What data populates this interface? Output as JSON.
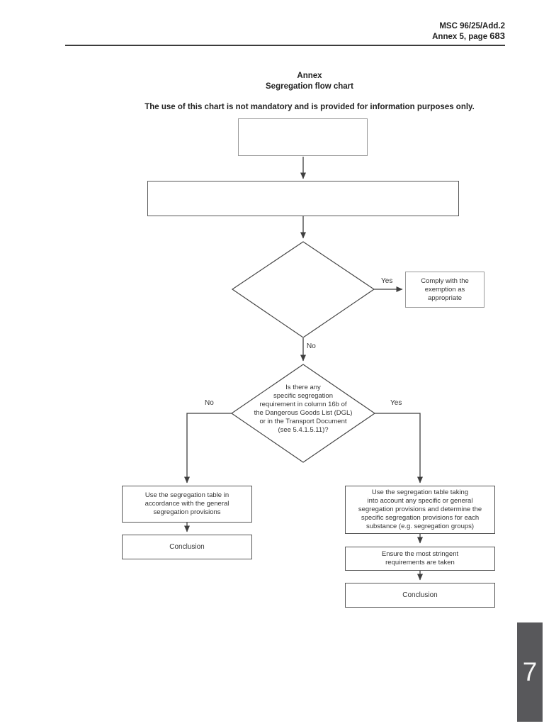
{
  "header": {
    "doc_ref": "MSC 96/25/Add.2",
    "annex_page_prefix": "Annex 5, page ",
    "page_number": "683"
  },
  "title": {
    "annex": "Annex",
    "chart": "Segregation flow chart"
  },
  "note": "The use of this chart is not mandatory and is provided for information purposes only.",
  "flowchart": {
    "decision1": {
      "yes_label": "Yes",
      "no_label": "No"
    },
    "comply_box": "Comply with the\nexemption as\nappropriate",
    "decision2": {
      "text": "Is there any\nspecific segregation\nrequirement in column 16b of\nthe Dangerous Goods List (DGL)\nor in the Transport Document\n(see 5.4.1.5.11)?",
      "no_label": "No",
      "yes_label": "Yes"
    },
    "left_branch": {
      "box1": "Use the segregation table in\naccordance with the general\nsegregation provisions",
      "conclusion": "Conclusion"
    },
    "right_branch": {
      "box1": "Use the segregation table taking\ninto account any specific or general\nsegregation provisions and determine the\nspecific segregation provisions for each\nsubstance (e.g. segregation groups)",
      "box2": "Ensure the most stringent\nrequirements are taken",
      "conclusion": "Conclusion"
    }
  },
  "viewer": {
    "page_tab_number": "7"
  },
  "colors": {
    "line": "#3f3f3f",
    "tab_bg": "#58585b",
    "tab_text": "#f7f7f7"
  }
}
